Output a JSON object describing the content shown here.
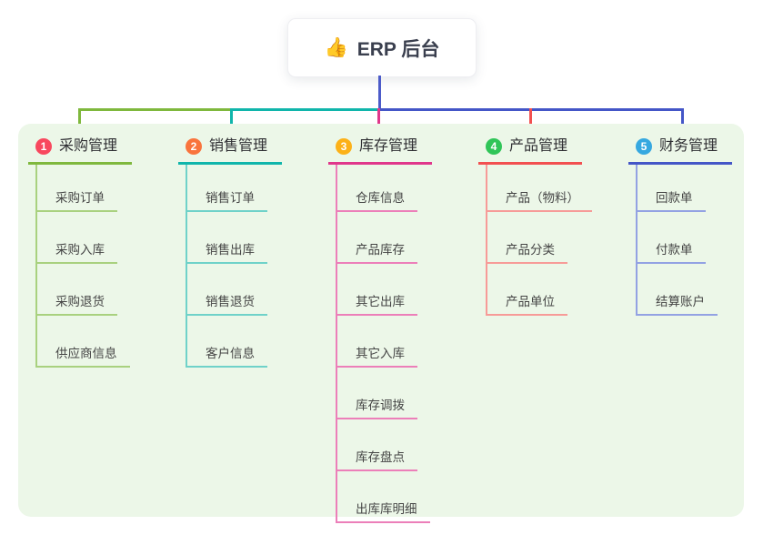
{
  "root": {
    "icon": "👍",
    "title": "ERP 后台"
  },
  "panel": {
    "background": "#ECF7E8"
  },
  "connector": {
    "stem_color": "#4C5BC9"
  },
  "branches": [
    {
      "badge": "1",
      "badge_color": "#F8485E",
      "color": "#7FB83D",
      "line_color": "#A9D17F",
      "title": "采购管理",
      "items": [
        "采购订单",
        "采购入库",
        "采购退货",
        "供应商信息"
      ]
    },
    {
      "badge": "2",
      "badge_color": "#F9743D",
      "color": "#10B5AB",
      "line_color": "#6FD2C9",
      "title": "销售管理",
      "items": [
        "销售订单",
        "销售出库",
        "销售退货",
        "客户信息"
      ]
    },
    {
      "badge": "3",
      "badge_color": "#FCB118",
      "color": "#E0378B",
      "line_color": "#EC7FB9",
      "title": "库存管理",
      "items": [
        "仓库信息",
        "产品库存",
        "其它出库",
        "其它入库",
        "库存调拨",
        "库存盘点",
        "出库库明细"
      ]
    },
    {
      "badge": "4",
      "badge_color": "#30C558",
      "color": "#F25050",
      "line_color": "#F79B98",
      "title": "产品管理",
      "items": [
        "产品（物料）",
        "产品分类",
        "产品单位"
      ]
    },
    {
      "badge": "5",
      "badge_color": "#36A8E0",
      "color": "#4456C7",
      "line_color": "#93A2E3",
      "title": "财务管理",
      "items": [
        "回款单",
        "付款单",
        "结算账户"
      ]
    }
  ]
}
